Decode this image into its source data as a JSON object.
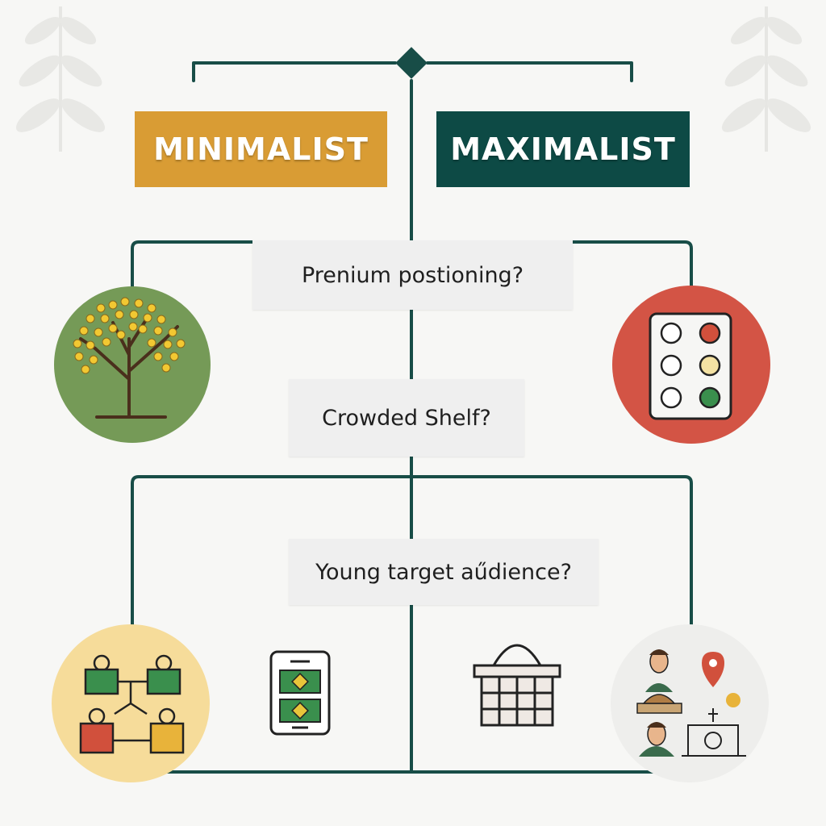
{
  "headers": {
    "minimalist": {
      "label": "MINIMALIST",
      "color": "#d99c34"
    },
    "maximalist": {
      "label": "MAXIMALIST",
      "color": "#0d4a45"
    }
  },
  "questions": [
    {
      "text": "Prenium postioning?"
    },
    {
      "text": "Crowded Shelf?"
    },
    {
      "text": "Young target aűdience?"
    }
  ],
  "colors": {
    "line": "#184d47",
    "circle_tree": "#759a57",
    "circle_red": "#d35445",
    "circle_yellow": "#f6dc9a",
    "circle_gray": "#eeeeec",
    "accent_green": "#3a8f4d",
    "accent_yellow": "#e8b33a",
    "accent_red": "#d1503c"
  },
  "icons": {
    "decor_left": "leaf-branch-icon",
    "decor_right": "leaf-branch-icon",
    "tree": "tree-icon",
    "options_panel": "options-panel-icon",
    "network": "people-network-icon",
    "phone": "phone-icon",
    "basket": "basket-icon",
    "people_location": "people-location-icon"
  }
}
